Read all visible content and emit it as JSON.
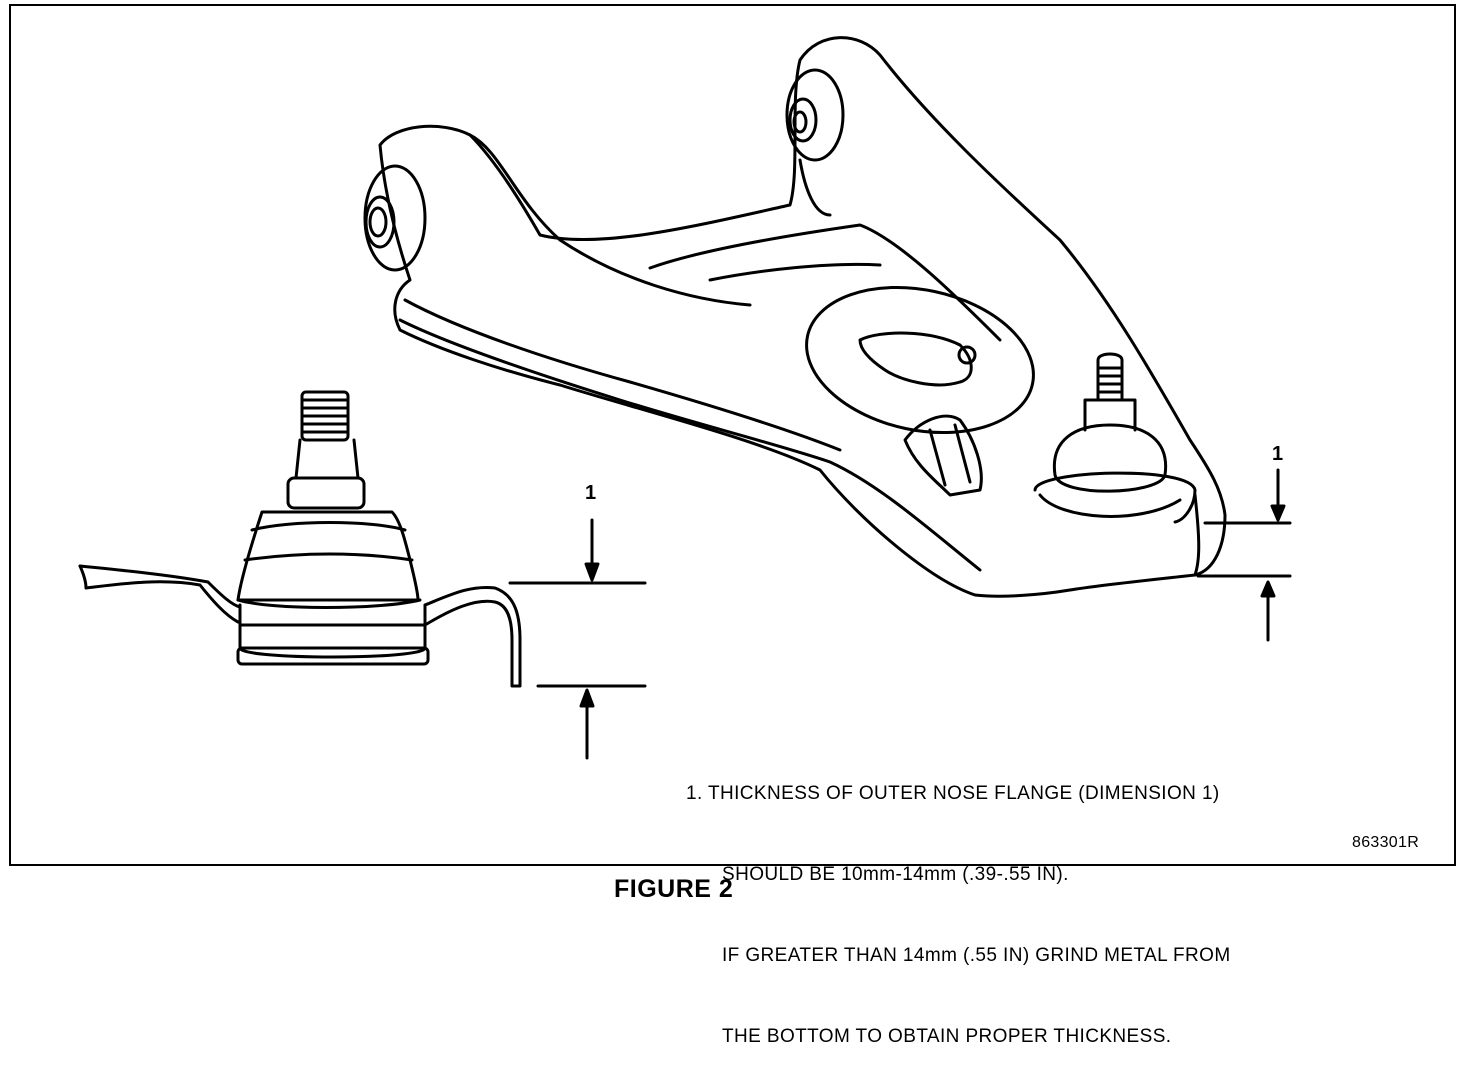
{
  "callouts": {
    "left_number": "1",
    "right_number": "1"
  },
  "notes": {
    "number": "1.",
    "line1": "THICKNESS OF OUTER NOSE FLANGE (DIMENSION 1)",
    "line2": "SHOULD BE 10mm-14mm (.39-.55 IN).",
    "line3": "IF GREATER THAN 14mm (.55 IN) GRIND METAL FROM",
    "line4": "THE BOTTOM TO OBTAIN PROPER THICKNESS."
  },
  "figure_code": "863301R",
  "caption": "FIGURE 2"
}
